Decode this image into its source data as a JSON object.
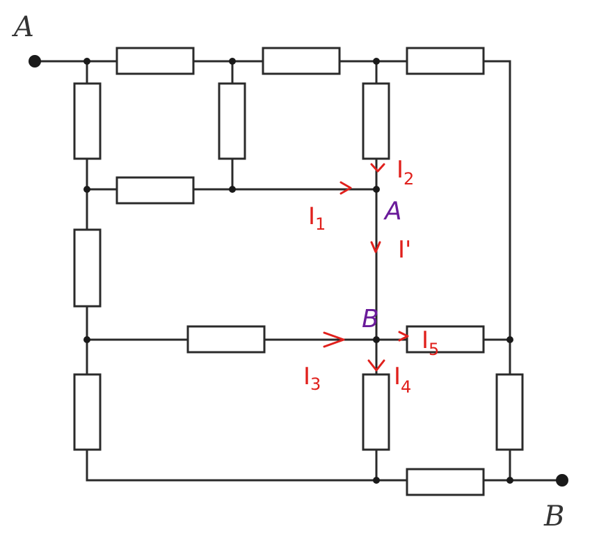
{
  "terminals": {
    "start": "A",
    "end": "B"
  },
  "nodes": {
    "upper": "A",
    "lower": "B"
  },
  "currents": [
    {
      "label": "I",
      "sub": "1"
    },
    {
      "label": "I",
      "sub": "2"
    },
    {
      "label": "I'",
      "sub": ""
    },
    {
      "label": "I",
      "sub": "3"
    },
    {
      "label": "I",
      "sub": "4"
    },
    {
      "label": "I",
      "sub": "5"
    }
  ],
  "colors": {
    "wire": "#2a2a2a",
    "annotation": "#e0201c",
    "node_label": "#6a1b9a"
  }
}
